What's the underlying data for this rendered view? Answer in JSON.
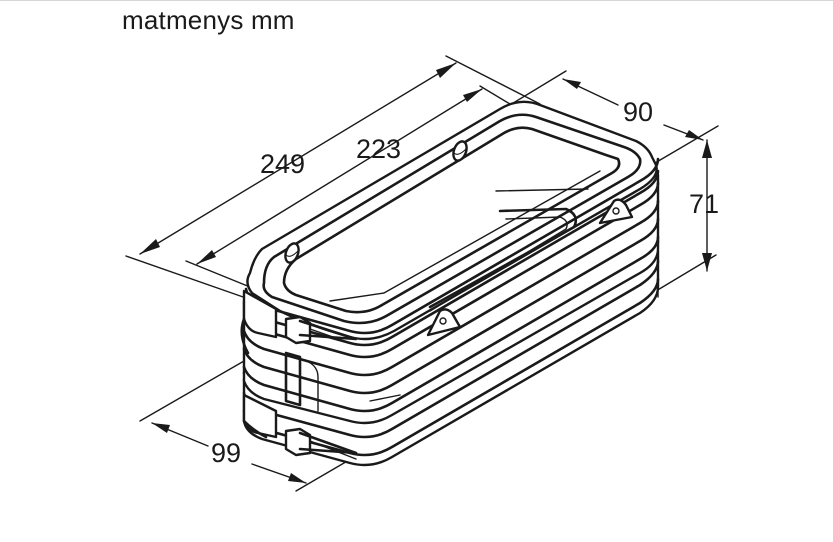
{
  "caption": "matmenys mm",
  "dimensions": {
    "length_outer": "249",
    "length_inner": "223",
    "width": "90",
    "height": "71",
    "depth": "99"
  }
}
